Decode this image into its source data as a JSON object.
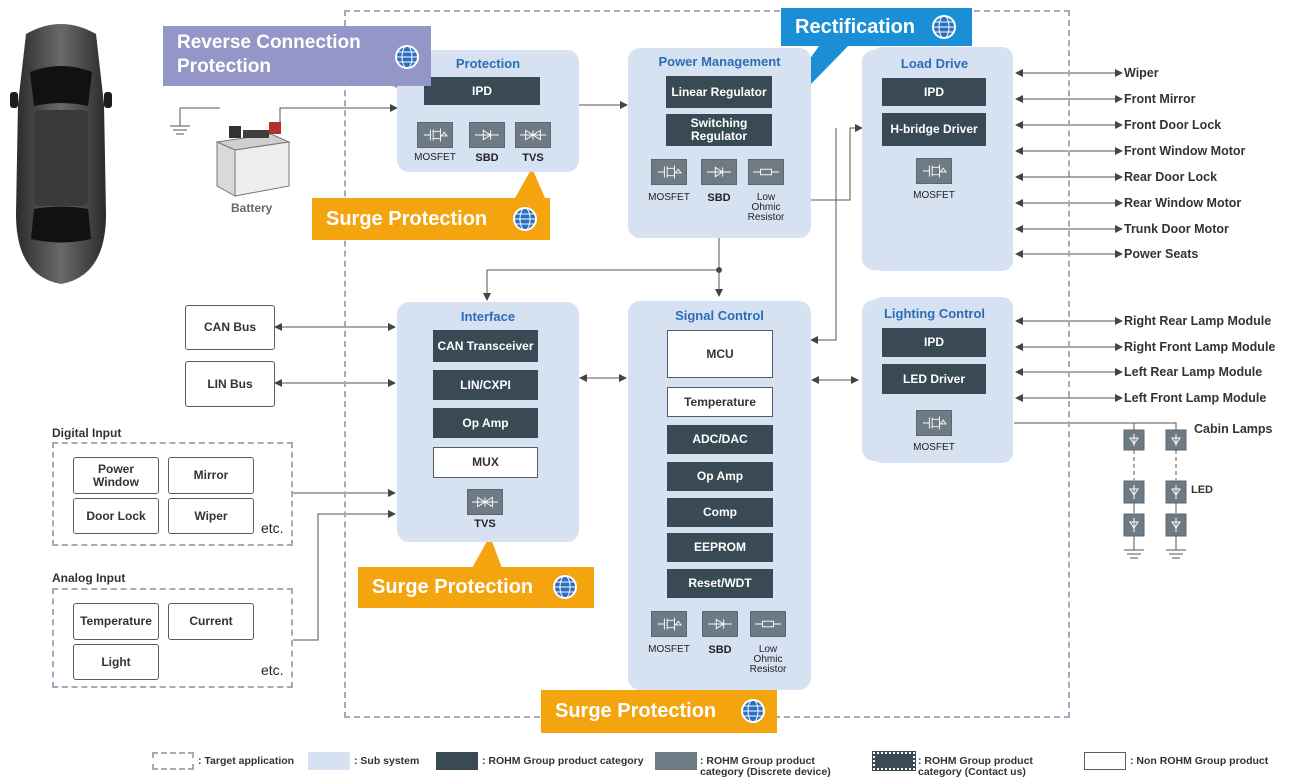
{
  "colors": {
    "subsystem": "#d6e2f2",
    "rohm_product": "#3a4a55",
    "discrete": "#6e7b85",
    "surge_callout": "#f3a40f",
    "reverse_callout": "#9496c8",
    "rectification_callout": "#1a8fd6",
    "subsystem_title": "#2c6db4"
  },
  "callouts": {
    "reverse": "Reverse Connection Protection",
    "rectification": "Rectification",
    "surge": "Surge Protection"
  },
  "battery": "Battery",
  "protection": {
    "title": "Protection",
    "ipd": "IPD",
    "mosfet": "MOSFET",
    "sbd": "SBD",
    "tvs": "TVS"
  },
  "power_management": {
    "title": "Power Management",
    "linear": "Linear Regulator",
    "switching": "Switching Regulator",
    "mosfet": "MOSFET",
    "sbd": "SBD",
    "resistor": "Low Ohmic Resistor"
  },
  "load_drive": {
    "title": "Load Drive",
    "ipd": "IPD",
    "hbridge": "H-bridge Driver",
    "mosfet": "MOSFET",
    "outputs": [
      "Wiper",
      "Front Mirror",
      "Front Door Lock",
      "Front Window Motor",
      "Rear Door Lock",
      "Rear Window Motor",
      "Trunk Door Motor",
      "Power Seats"
    ]
  },
  "interface": {
    "title": "Interface",
    "can": "CAN Transceiver",
    "lin": "LIN/CXPI",
    "opamp": "Op Amp",
    "mux": "MUX",
    "tvs": "TVS"
  },
  "signal_control": {
    "title": "Signal Control",
    "mcu": "MCU",
    "temperature": "Temperature",
    "adc": "ADC/DAC",
    "opamp": "Op Amp",
    "comp": "Comp",
    "eeprom": "EEPROM",
    "reset": "Reset/WDT",
    "mosfet": "MOSFET",
    "sbd": "SBD",
    "resistor": "Low Ohmic Resistor"
  },
  "lighting_control": {
    "title": "Lighting Control",
    "ipd": "IPD",
    "led_driver": "LED Driver",
    "mosfet": "MOSFET",
    "outputs": [
      "Right Rear Lamp Module",
      "Right Front Lamp Module",
      "Left Rear Lamp Module",
      "Left Front Lamp Module"
    ],
    "cabin_lamps": "Cabin Lamps",
    "led": "LED"
  },
  "buses": {
    "can": "CAN Bus",
    "lin": "LIN Bus"
  },
  "digital_input": {
    "title": "Digital Input",
    "items": [
      "Power Window",
      "Mirror",
      "Door Lock",
      "Wiper"
    ],
    "etc": "etc."
  },
  "analog_input": {
    "title": "Analog Input",
    "items": [
      "Temperature",
      "Current",
      "Light"
    ],
    "etc": "etc."
  },
  "legend": {
    "target": ": Target application",
    "sub": ": Sub system",
    "rohm": ": ROHM Group product category",
    "discrete": ": ROHM Group product category (Discrete device)",
    "contact": ": ROHM Group product category (Contact us)",
    "non_rohm": ": Non ROHM Group  product"
  }
}
